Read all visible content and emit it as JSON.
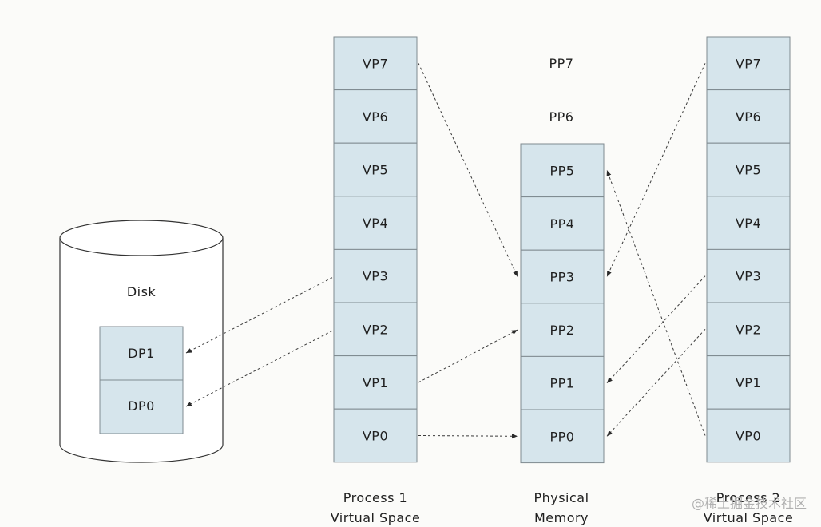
{
  "disk": {
    "label": "Disk",
    "pages": [
      "DP1",
      "DP0"
    ]
  },
  "process1": {
    "pages": [
      "VP7",
      "VP6",
      "VP5",
      "VP4",
      "VP3",
      "VP2",
      "VP1",
      "VP0"
    ],
    "caption_line1": "Process 1",
    "caption_line2": "Virtual Space"
  },
  "physical": {
    "unallocated": [
      "PP7",
      "PP6"
    ],
    "pages": [
      "PP5",
      "PP4",
      "PP3",
      "PP2",
      "PP1",
      "PP0"
    ],
    "caption_line1": "Physical",
    "caption_line2": "Memory"
  },
  "process2": {
    "pages": [
      "VP7",
      "VP6",
      "VP5",
      "VP4",
      "VP3",
      "VP2",
      "VP1",
      "VP0"
    ],
    "caption_line1": "Process 2",
    "caption_line2": "Virtual Space"
  },
  "mappings": [
    {
      "from": "process1.VP7",
      "to": "physical.PP3"
    },
    {
      "from": "process1.VP3",
      "to": "disk.DP1"
    },
    {
      "from": "process1.VP2",
      "to": "disk.DP0"
    },
    {
      "from": "process1.VP1",
      "to": "physical.PP2"
    },
    {
      "from": "process1.VP0",
      "to": "physical.PP0"
    },
    {
      "from": "process2.VP7",
      "to": "physical.PP3"
    },
    {
      "from": "process2.VP3",
      "to": "physical.PP1"
    },
    {
      "from": "process2.VP2",
      "to": "physical.PP0"
    },
    {
      "from": "process2.VP0",
      "to": "physical.PP5"
    }
  ],
  "watermark": "@稀土掘金技术社区"
}
